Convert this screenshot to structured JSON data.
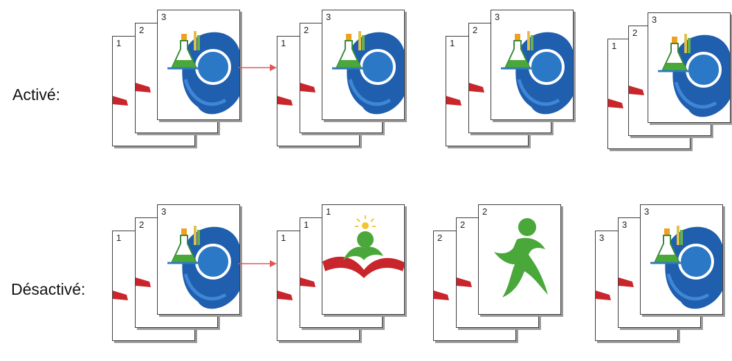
{
  "labels": {
    "on": "Activé:",
    "off": "Désactivé:"
  },
  "pages": {
    "one": "1",
    "two": "2",
    "three": "3"
  },
  "colors": {
    "blue": "#1f5fae",
    "green": "#4aa83a",
    "red": "#c8262c",
    "arrow": "#e05555"
  }
}
